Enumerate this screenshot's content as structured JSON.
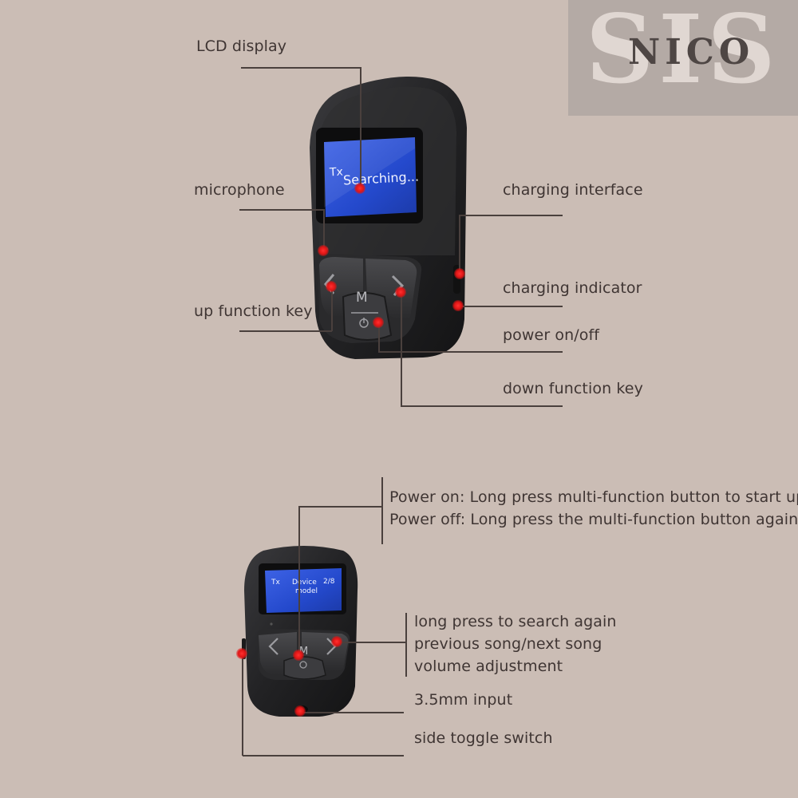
{
  "watermark": {
    "big": "SIS",
    "small": "NICO"
  },
  "device1": {
    "screen_line1": "Tx",
    "screen_line2": "Searching...",
    "key_m": "M"
  },
  "device2": {
    "screen_tx": "Tx",
    "screen_device": "Device",
    "screen_count": "2/8",
    "screen_model": "model",
    "key_m": "M"
  },
  "labels": {
    "lcd_display": "LCD display",
    "microphone": "microphone",
    "up_function_key": "up function key",
    "charging_interface": "charging interface",
    "charging_indicator": "charging indicator",
    "power_onoff": "power on/off",
    "down_function_key": "down function key",
    "power_on_desc": "Power on: Long press multi-function button to start up",
    "power_off_desc": "Power off: Long press the multi-function button again",
    "search_again": "long press to search again",
    "prev_next_song": "previous song/next song",
    "volume_adjustment": "volume adjustment",
    "input_35mm": "3.5mm input",
    "side_toggle": "side toggle switch"
  },
  "colors": {
    "background": "#cbbdb5",
    "marker": "#e41b1b",
    "device_body": "#2b2b2d",
    "lcd": "#2b52d8"
  }
}
